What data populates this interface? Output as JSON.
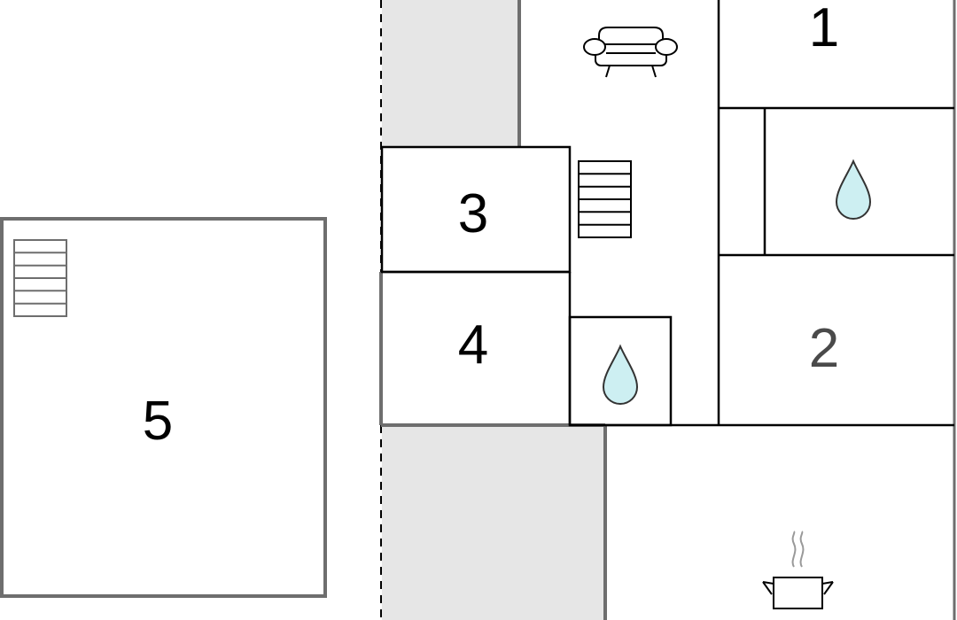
{
  "rooms": {
    "room_1": "1",
    "room_2": "2",
    "room_3": "3",
    "room_4": "4",
    "room_5": "5"
  },
  "icons": {
    "living_room": "sofa-icon",
    "bathroom_large": "water-drop-icon",
    "bathroom_small": "water-drop-icon",
    "kitchen": "cooking-pot-icon",
    "stairs_main": "stairs-icon",
    "stairs_annex": "stairs-icon"
  },
  "colors": {
    "wall": "#000000",
    "wall_grey": "#6e6e6e",
    "corridor_fill": "#e6e6e6",
    "water": "#cdeff2",
    "dashed_line": "#000000"
  }
}
